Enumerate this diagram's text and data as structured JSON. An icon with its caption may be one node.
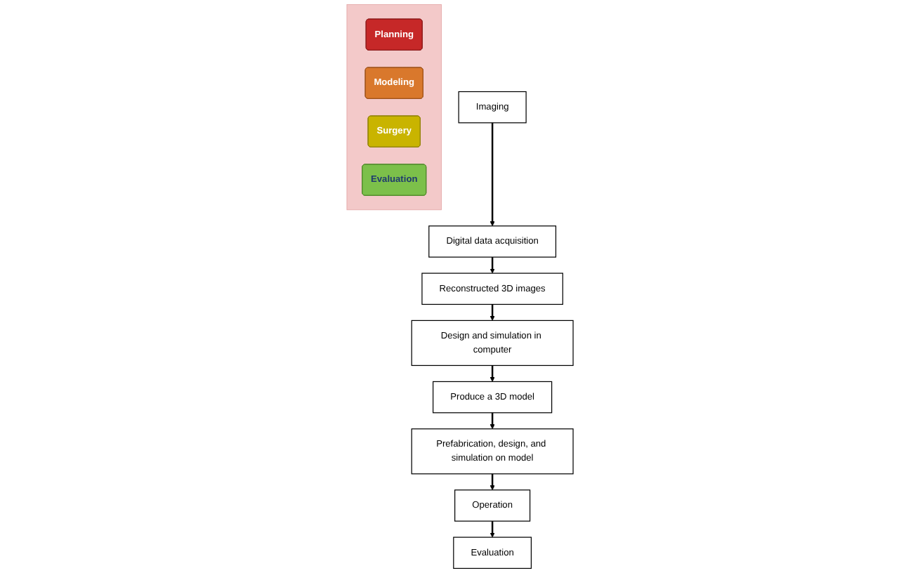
{
  "diagram": {
    "nodes": [
      {
        "text": [],
        "shape": "arrow"
      },
      {
        "text": [
          "Planning"
        ],
        "in": 0
      },
      {
        "text": [
          "Modeling"
        ],
        "in": 0
      },
      {
        "text": [
          "Surgery"
        ],
        "in": 0
      },
      {
        "text": [
          "Evaluation"
        ],
        "in": 0
      },
      {
        "text": [
          "Imaging"
        ]
      },
      {
        "text": [
          "Digital data acquisition"
        ]
      },
      {
        "text": [
          "Reconstructed 3D images"
        ]
      },
      {
        "text": [
          "Design and simulation in computer"
        ]
      },
      {
        "text": [
          "Produce a 3D model"
        ]
      },
      {
        "text": [
          "Prefabrication, design, and simulation on model"
        ]
      },
      {
        "text": [
          "Operation"
        ]
      },
      {
        "text": [
          "Evaluation"
        ]
      }
    ],
    "edges": [
      {
        "from": 5,
        "to": 6,
        "arrow": "to"
      },
      {
        "from": 6,
        "to": 7,
        "arrow": "to"
      },
      {
        "from": 7,
        "to": 8,
        "arrow": "to"
      },
      {
        "from": 8,
        "to": 9,
        "arrow": "to"
      },
      {
        "from": 9,
        "to": 10,
        "arrow": "to"
      },
      {
        "from": 10,
        "to": 11,
        "arrow": "to"
      },
      {
        "from": 11,
        "to": 12,
        "arrow": "to"
      }
    ]
  }
}
